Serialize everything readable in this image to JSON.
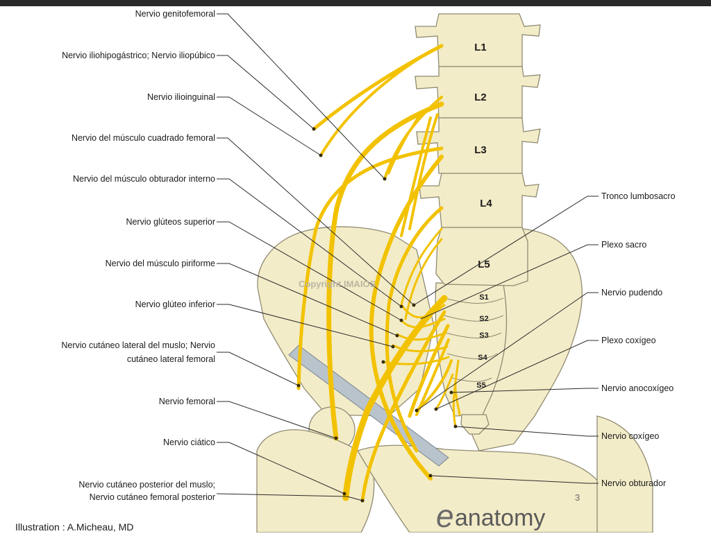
{
  "figure": {
    "left_labels": [
      "Nervio genitofemoral",
      "Nervio iliohipogástrico; Nervio iliopúbico",
      "Nervio ilioinguinal",
      "Nervio del músculo cuadrado femoral",
      "Nervio del músculo obturador interno",
      "Nervio glúteos superior",
      "Nervio del músculo piriforme",
      "Nervio glúteo inferior",
      "Nervio cutáneo lateral del muslo; Nervio",
      "cutáneo lateral femoral",
      "Nervio femoral",
      "Nervio ciático",
      "Nervio cutáneo posterior del muslo;",
      "Nervio cutáneo femoral posterior"
    ],
    "right_labels": [
      "Tronco lumbosacro",
      "Plexo sacro",
      "Nervio pudendo",
      "Plexo coxígeo",
      "Nervio anocoxígeo",
      "Nervio coxígeo",
      "Nervio obturador"
    ],
    "vertebrae": [
      "L1",
      "L2",
      "L3",
      "L4",
      "L5"
    ],
    "sacral": [
      "S1",
      "S2",
      "S3",
      "S4",
      "S5"
    ],
    "credit": "Illustration : A.Micheau, MD",
    "brand": "anatomy",
    "brand_mark": "e",
    "watermark": "Copyright IMAIOS",
    "plate_number": "3"
  },
  "colors": {
    "bone_fill": "#f3ecc8",
    "bone_stroke": "#8f8a72",
    "nerve": "#f2c200",
    "nerve_edge": "#b88f00",
    "leader": "#2a2a2a",
    "ligament": "#b9c3cc"
  }
}
